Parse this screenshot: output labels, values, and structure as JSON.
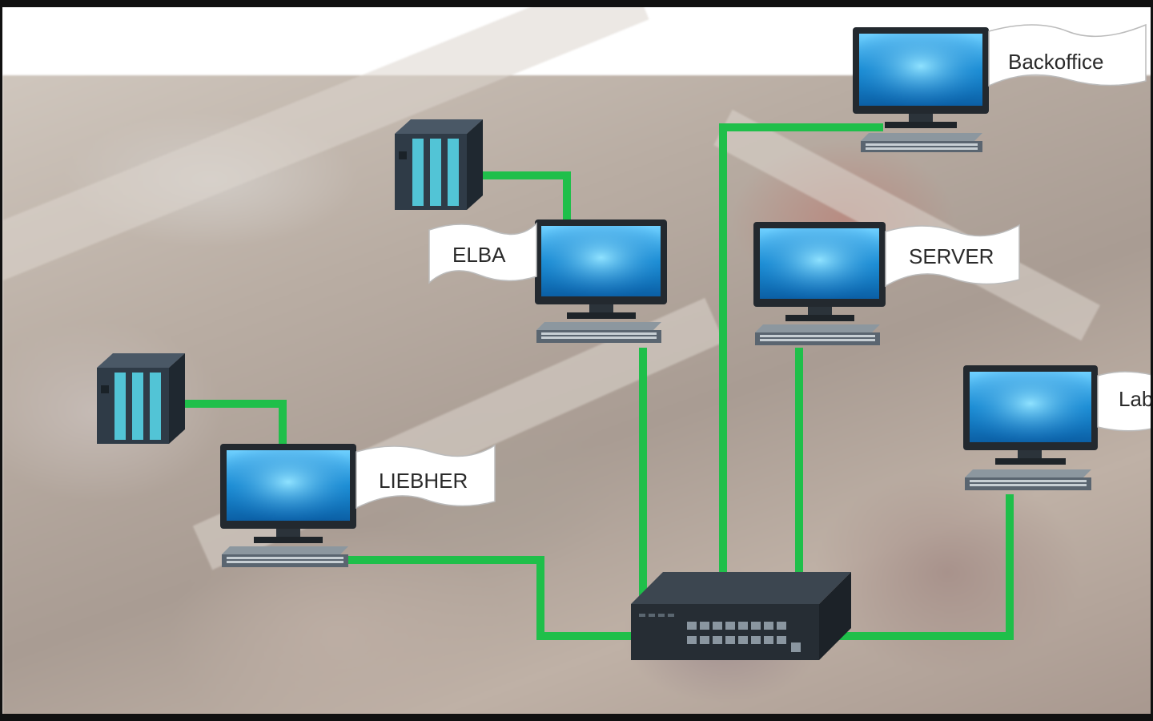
{
  "diagram": {
    "nodes": [
      {
        "id": "backoffice",
        "label": "Backoffice",
        "type": "computer"
      },
      {
        "id": "elba",
        "label": "ELBA",
        "type": "computer"
      },
      {
        "id": "server",
        "label": "SERVER",
        "type": "computer"
      },
      {
        "id": "liebher",
        "label": "LIEBHER",
        "type": "computer"
      },
      {
        "id": "lab",
        "label": "Lab",
        "type": "computer"
      },
      {
        "id": "plc-top",
        "label": "",
        "type": "plc"
      },
      {
        "id": "plc-left",
        "label": "",
        "type": "plc"
      },
      {
        "id": "switch",
        "label": "",
        "type": "network-switch"
      }
    ],
    "links": [
      {
        "from": "plc-top",
        "to": "elba"
      },
      {
        "from": "plc-left",
        "to": "liebher"
      },
      {
        "from": "elba",
        "to": "switch"
      },
      {
        "from": "backoffice",
        "to": "switch"
      },
      {
        "from": "server",
        "to": "switch"
      },
      {
        "from": "liebher",
        "to": "switch"
      },
      {
        "from": "lab",
        "to": "switch"
      }
    ],
    "colors": {
      "link": "#1fbf4a",
      "screen": "#1a8fd6",
      "device": "#2b3540",
      "plc_stripe": "#52c4d6"
    }
  }
}
